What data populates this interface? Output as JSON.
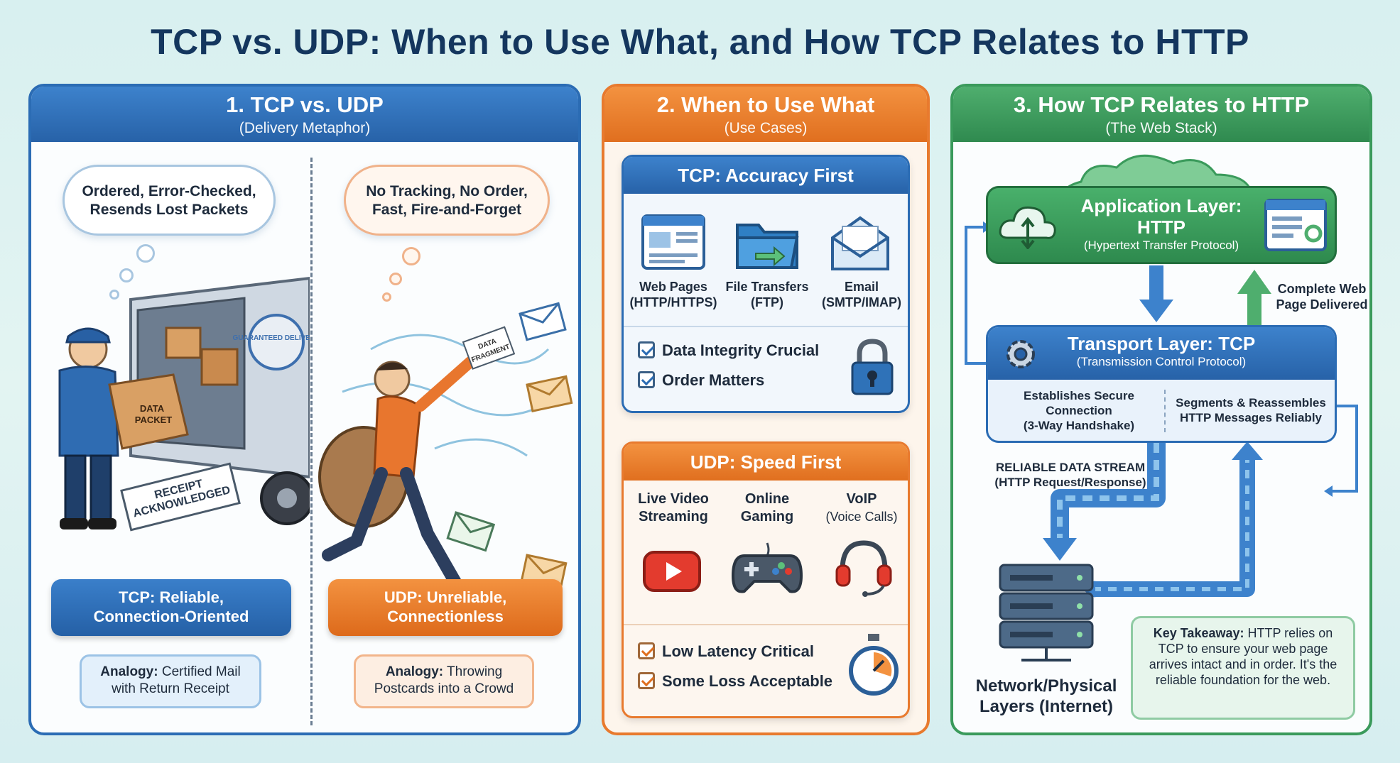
{
  "title": "TCP vs. UDP: When to Use What, and How TCP Relates to HTTP",
  "panel1": {
    "heading": "1. TCP vs. UDP",
    "subheading": "(Delivery Metaphor)",
    "tcp_thought": [
      "Ordered, Error-Checked,",
      "Resends Lost Packets"
    ],
    "udp_thought": [
      "No Tracking, No Order,",
      "Fast, Fire-and-Forget"
    ],
    "truck_badge": "GUARANTEED DELIVERY",
    "box_label": [
      "DATA",
      "PACKET"
    ],
    "receipt_label": [
      "RECEIPT",
      "ACKNOWLEDGED"
    ],
    "fragment_label": [
      "DATA",
      "FRAGMENT"
    ],
    "tcp_pill": [
      "TCP: Reliable,",
      "Connection-Oriented"
    ],
    "udp_pill": [
      "UDP: Unreliable,",
      "Connectionless"
    ],
    "tcp_analogy": {
      "label": "Analogy:",
      "text1": "Certified Mail",
      "text2": "with Return Receipt"
    },
    "udp_analogy": {
      "label": "Analogy:",
      "text1": "Throwing",
      "text2": "Postcards into a Crowd"
    }
  },
  "panel2": {
    "heading": "2. When to Use What",
    "subheading": "(Use Cases)",
    "tcp_card": {
      "title": "TCP: Accuracy First",
      "cases": [
        {
          "line1": "Web Pages",
          "line2": "(HTTP/HTTPS)",
          "icon": "web-page-icon"
        },
        {
          "line1": "File Transfers",
          "line2": "(FTP)",
          "icon": "folder-icon"
        },
        {
          "line1": "Email",
          "line2": "(SMTP/IMAP)",
          "icon": "envelope-icon"
        }
      ],
      "checks": [
        "Data Integrity Crucial",
        "Order Matters"
      ]
    },
    "udp_card": {
      "title": "UDP: Speed First",
      "cases": [
        {
          "line1": "Live Video",
          "line2": "Streaming",
          "icon": "video-play-icon"
        },
        {
          "line1": "Online",
          "line2": "Gaming",
          "icon": "gamepad-icon"
        },
        {
          "line1": "VoIP",
          "line2": "(Voice Calls)",
          "icon": "headset-icon"
        }
      ],
      "checks": [
        "Low Latency Critical",
        "Some Loss Acceptable"
      ]
    }
  },
  "panel3": {
    "heading": "3. How TCP Relates to HTTP",
    "subheading": "(The Web Stack)",
    "app_layer": {
      "line1": "Application Layer:",
      "line2": "HTTP",
      "line3": "(Hypertext Transfer Protocol)"
    },
    "transport_layer": {
      "title": "Transport Layer: TCP",
      "subtitle": "(Transmission Control Protocol)",
      "left": [
        "Establishes Secure",
        "Connection",
        "(3-Way Handshake)"
      ],
      "right": [
        "Segments & Reassembles",
        "HTTP Messages Reliably"
      ]
    },
    "delivered_note": [
      "Complete Web",
      "Page Delivered"
    ],
    "stream_note": [
      "RELIABLE DATA STREAM",
      "(HTTP Request/Response)"
    ],
    "network_label": [
      "Network/Physical",
      "Layers (Internet)"
    ],
    "takeaway": {
      "label": "Key Takeaway:",
      "text": "HTTP relies on TCP to ensure your web page arrives intact and in order. It's the reliable foundation for the web."
    }
  },
  "colors": {
    "tcp_blue": "#2b6cb4",
    "udp_orange": "#e87a2e",
    "http_green": "#3a9a5b",
    "title_navy": "#14365e"
  }
}
